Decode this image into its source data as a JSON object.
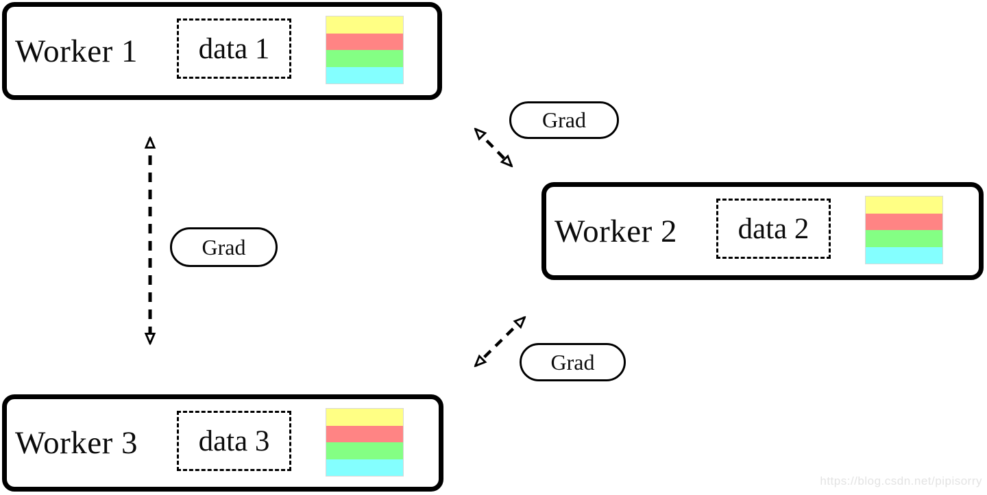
{
  "diagram": {
    "workers": [
      {
        "label": "Worker 1",
        "data_label": "data 1"
      },
      {
        "label": "Worker 2",
        "data_label": "data 2"
      },
      {
        "label": "Worker 3",
        "data_label": "data 3"
      }
    ],
    "edges": [
      {
        "between": [
          "Worker 1",
          "Worker 2"
        ],
        "label": "Grad",
        "style": "dashed-double-arrow"
      },
      {
        "between": [
          "Worker 1",
          "Worker 3"
        ],
        "label": "Grad",
        "style": "dashed-double-arrow"
      },
      {
        "between": [
          "Worker 3",
          "Worker 2"
        ],
        "label": "Grad",
        "style": "dashed-double-arrow"
      }
    ],
    "data_stack_colors": [
      "#ffff84",
      "#ff8484",
      "#84ff84",
      "#84ffff"
    ],
    "ink_color": "#000000",
    "watermark": "https://blog.csdn.net/pipisorry"
  }
}
